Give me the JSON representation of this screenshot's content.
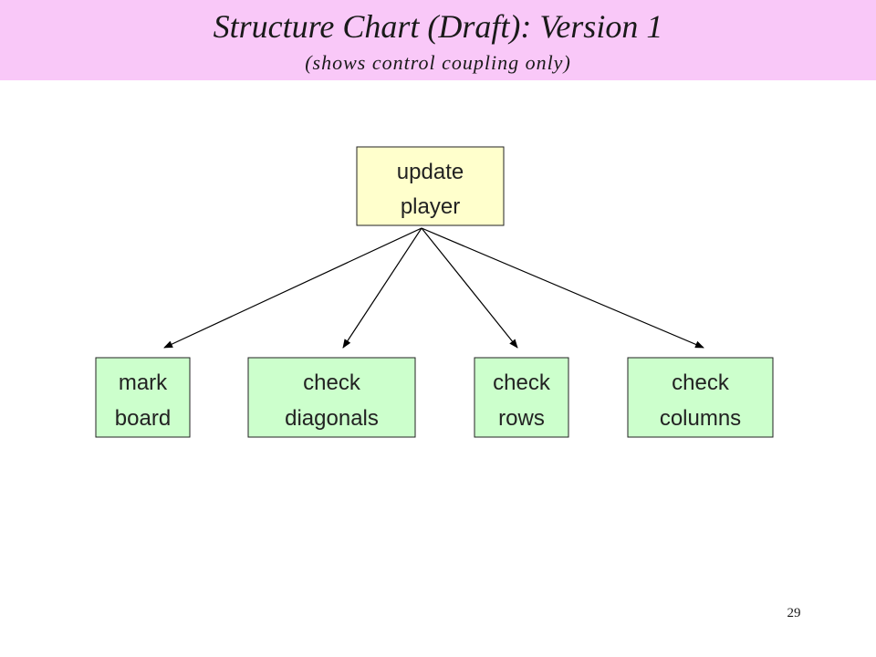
{
  "slide": {
    "title": "Structure Chart (Draft): Version 1",
    "subtitle": "(shows control coupling only)",
    "page_number": "29"
  },
  "colors": {
    "header_background": "#f9c8f8",
    "root_module_fill": "#ffffcc",
    "child_module_fill": "#ccffcc",
    "connector": "#000000"
  },
  "diagram": {
    "root": {
      "id": "update-player",
      "lines": [
        "update",
        "player"
      ]
    },
    "children": [
      {
        "id": "mark-board",
        "lines": [
          "mark",
          "board"
        ]
      },
      {
        "id": "check-diagonals",
        "lines": [
          "check",
          "diagonals"
        ]
      },
      {
        "id": "check-rows",
        "lines": [
          "check",
          "rows"
        ]
      },
      {
        "id": "check-columns",
        "lines": [
          "check",
          "columns"
        ]
      }
    ]
  }
}
